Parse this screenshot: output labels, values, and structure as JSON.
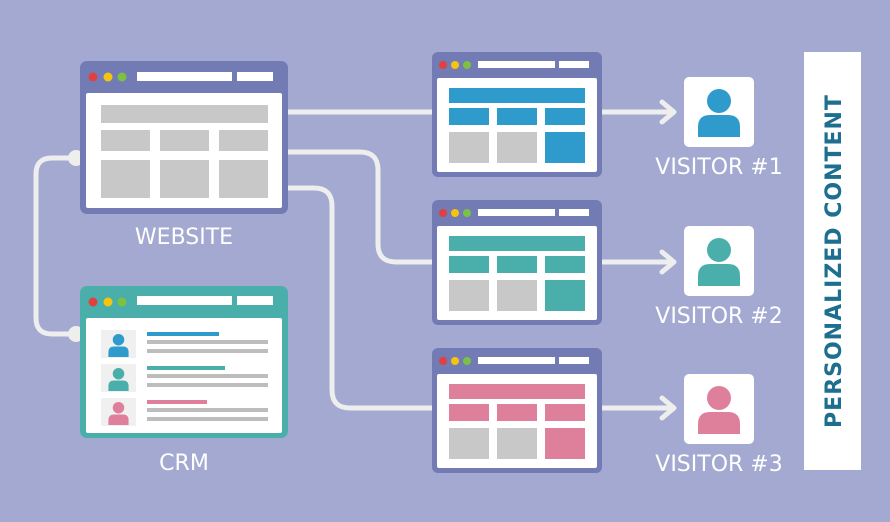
{
  "colors": {
    "background": "#a3a9d0",
    "frame_purple": "#737bb4",
    "frame_teal": "#4aafaa",
    "placeholder_grey": "#c8c8c8",
    "connector": "#eeeeee",
    "dot_red": "#e2403f",
    "dot_yellow": "#f4c40f",
    "dot_green": "#7cc142",
    "blue": "#2e9bcc",
    "teal": "#4aafaa",
    "pink": "#de7f9c"
  },
  "website": {
    "label": "WEBSITE"
  },
  "crm": {
    "label": "CRM",
    "contacts": [
      {
        "icon": "user-icon",
        "color": "#2e9bcc"
      },
      {
        "icon": "user-icon",
        "color": "#4aafaa"
      },
      {
        "icon": "user-icon",
        "color": "#de7f9c"
      }
    ]
  },
  "variants": [
    {
      "label": "VISITOR #1",
      "color": "#2e9bcc",
      "icon": "user-icon"
    },
    {
      "label": "VISITOR #2",
      "color": "#4aafaa",
      "icon": "user-icon"
    },
    {
      "label": "VISITOR #3",
      "color": "#de7f9c",
      "icon": "user-icon"
    }
  ],
  "side_panel": {
    "label": "PERSONALIZED CONTENT"
  }
}
